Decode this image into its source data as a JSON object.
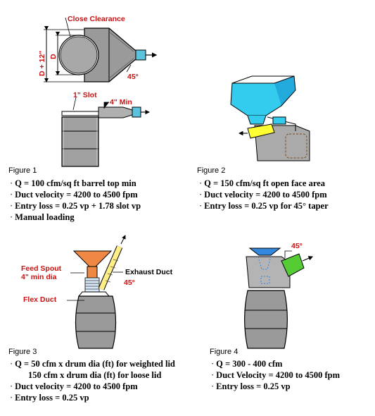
{
  "colors": {
    "label_red": "#cc1111",
    "cyan_hood": "#33ccee",
    "yellow_duct": "#ffff33",
    "orange_spout": "#ee8844",
    "green_duct": "#55cc33",
    "blue_hopper": "#3388dd",
    "drum_gray": "#9a9a9a"
  },
  "figure1": {
    "caption": "Figure 1",
    "labels": {
      "close_clearance": "Close Clearance",
      "d_plus_12": "D + 12\"",
      "d": "D",
      "angle": "45°",
      "slot": "1\" Slot",
      "min": "4\" Min"
    },
    "lines": [
      "Q = 100 cfm/sq ft barrel top min",
      "Duct velocity = 4200 to 4500 fpm",
      "Entry loss = 0.25 vp + 1.78 slot vp",
      "Manual loading"
    ]
  },
  "figure2": {
    "caption": "Figure 2",
    "lines": [
      "Q = 150 cfm/sq ft open face area",
      "Duct velocity = 4200 to 4500 fpm",
      "Entry loss = 0.25 vp for 45° taper"
    ]
  },
  "figure3": {
    "caption": "Figure 3",
    "labels": {
      "feed_spout": "Feed Spout",
      "feed_spout_dia": "4\" min dia",
      "exhaust_duct": "Exhaust Duct",
      "angle": "45°",
      "flex_duct": "Flex Duct"
    },
    "lines": [
      "Q = 50 cfm x drum dia (ft) for weighted lid",
      "150 cfm x drum dia (ft) for loose lid",
      "Duct velocity = 4200 to 4500 fpm",
      "Entry loss = 0.25 vp"
    ]
  },
  "figure4": {
    "caption": "Figure 4",
    "labels": {
      "angle": "45°"
    },
    "lines": [
      "Q = 300 - 400 cfm",
      "Duct Velocity = 4200 to 4500 fpm",
      "Entry loss = 0.25 vp"
    ]
  }
}
